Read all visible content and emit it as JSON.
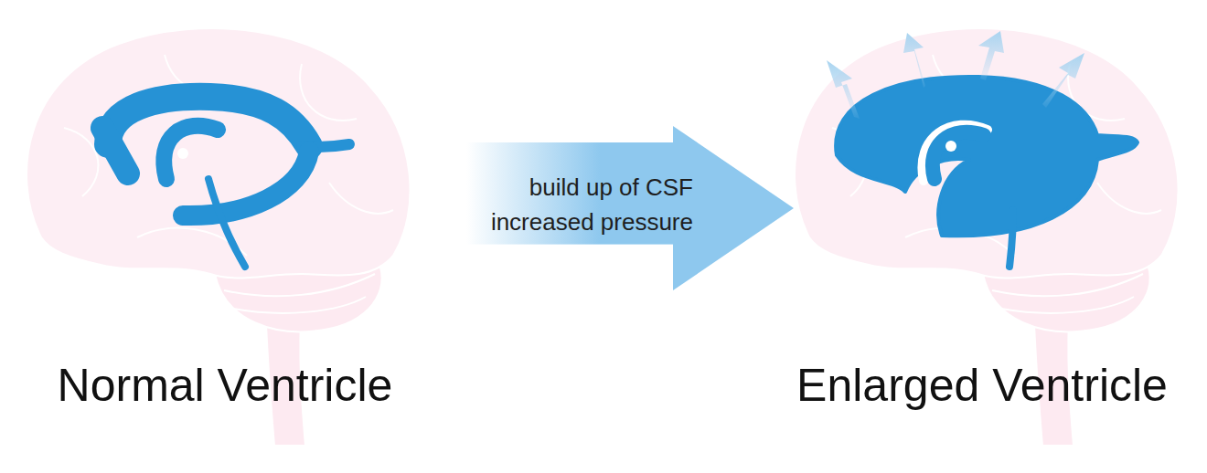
{
  "diagram": {
    "nodes": [
      {
        "text": [
          "build up of CSF increased pressure"
        ]
      }
    ],
    "labels": [
      "Normal Ventricle",
      "Enlarged Ventricle"
    ]
  }
}
